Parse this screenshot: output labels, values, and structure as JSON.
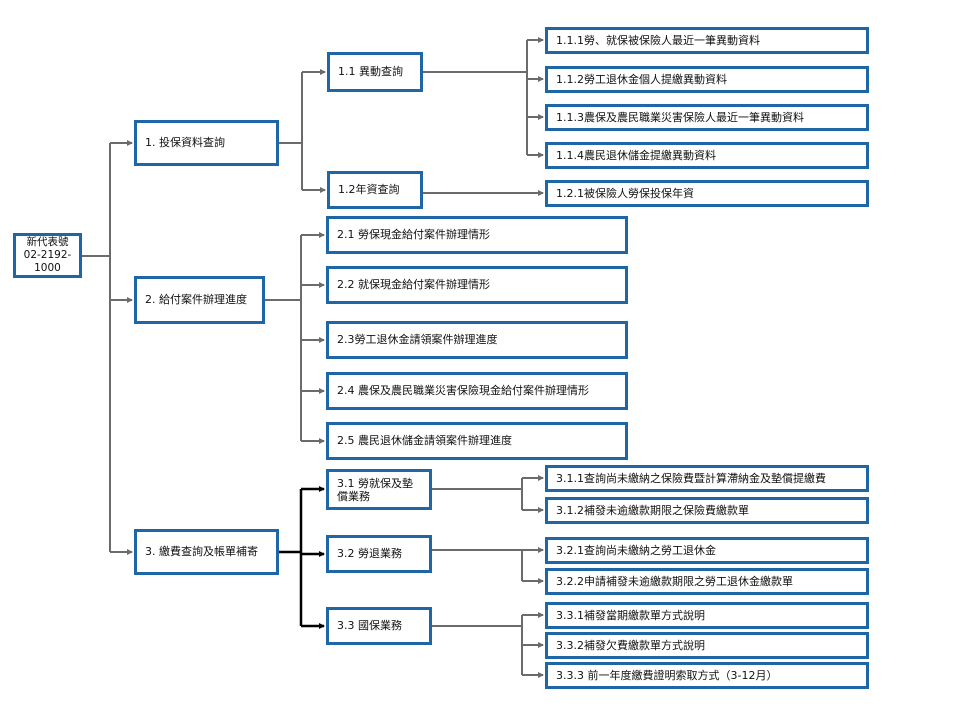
{
  "colors": {
    "box_border": "#1f66a7",
    "connector": "#6b6b6b",
    "connector_bold": "#000000"
  },
  "root": {
    "label": "新代表號\n02-2192-\n1000"
  },
  "sections": [
    {
      "label": "1. 投保資料查詢",
      "groups": [
        {
          "label": "1.1 異動查詢",
          "items": [
            "1.1.1勞、就保被保險人最近一筆異動資料",
            "1.1.2勞工退休金個人提繳異動資料",
            "1.1.3農保及農民職業災害保險人最近一筆異動資料",
            "1.1.4農民退休儲金提繳異動資料"
          ]
        },
        {
          "label": "1.2年資查詢",
          "items": [
            "1.2.1被保險人勞保投保年資"
          ]
        }
      ]
    },
    {
      "label": "2. 給付案件辦理進度",
      "items": [
        "2.1 勞保現金給付案件辦理情形",
        "2.2 就保現金給付案件辦理情形",
        "2.3勞工退休金請領案件辦理進度",
        "2.4 農保及農民職業災害保險現金給付案件辦理情形",
        "2.5 農民退休儲金請領案件辦理進度"
      ]
    },
    {
      "label": "3. 繳費查詢及帳單補寄",
      "groups": [
        {
          "label": "3.1 勞就保及墊償業務",
          "items": [
            "3.1.1查詢尚未繳納之保險費暨計算滯納金及墊償提繳費",
            "3.1.2補發未逾繳款期限之保險費繳款單"
          ]
        },
        {
          "label": "3.2 勞退業務",
          "items": [
            "3.2.1查詢尚未繳納之勞工退休金",
            "3.2.2申請補發未逾繳款期限之勞工退休金繳款單"
          ]
        },
        {
          "label": "3.3 國保業務",
          "items": [
            "3.3.1補發當期繳款單方式說明",
            "3.3.2補發欠費繳款單方式說明",
            "3.3.3 前一年度繳費證明索取方式（3-12月）"
          ]
        }
      ]
    }
  ]
}
